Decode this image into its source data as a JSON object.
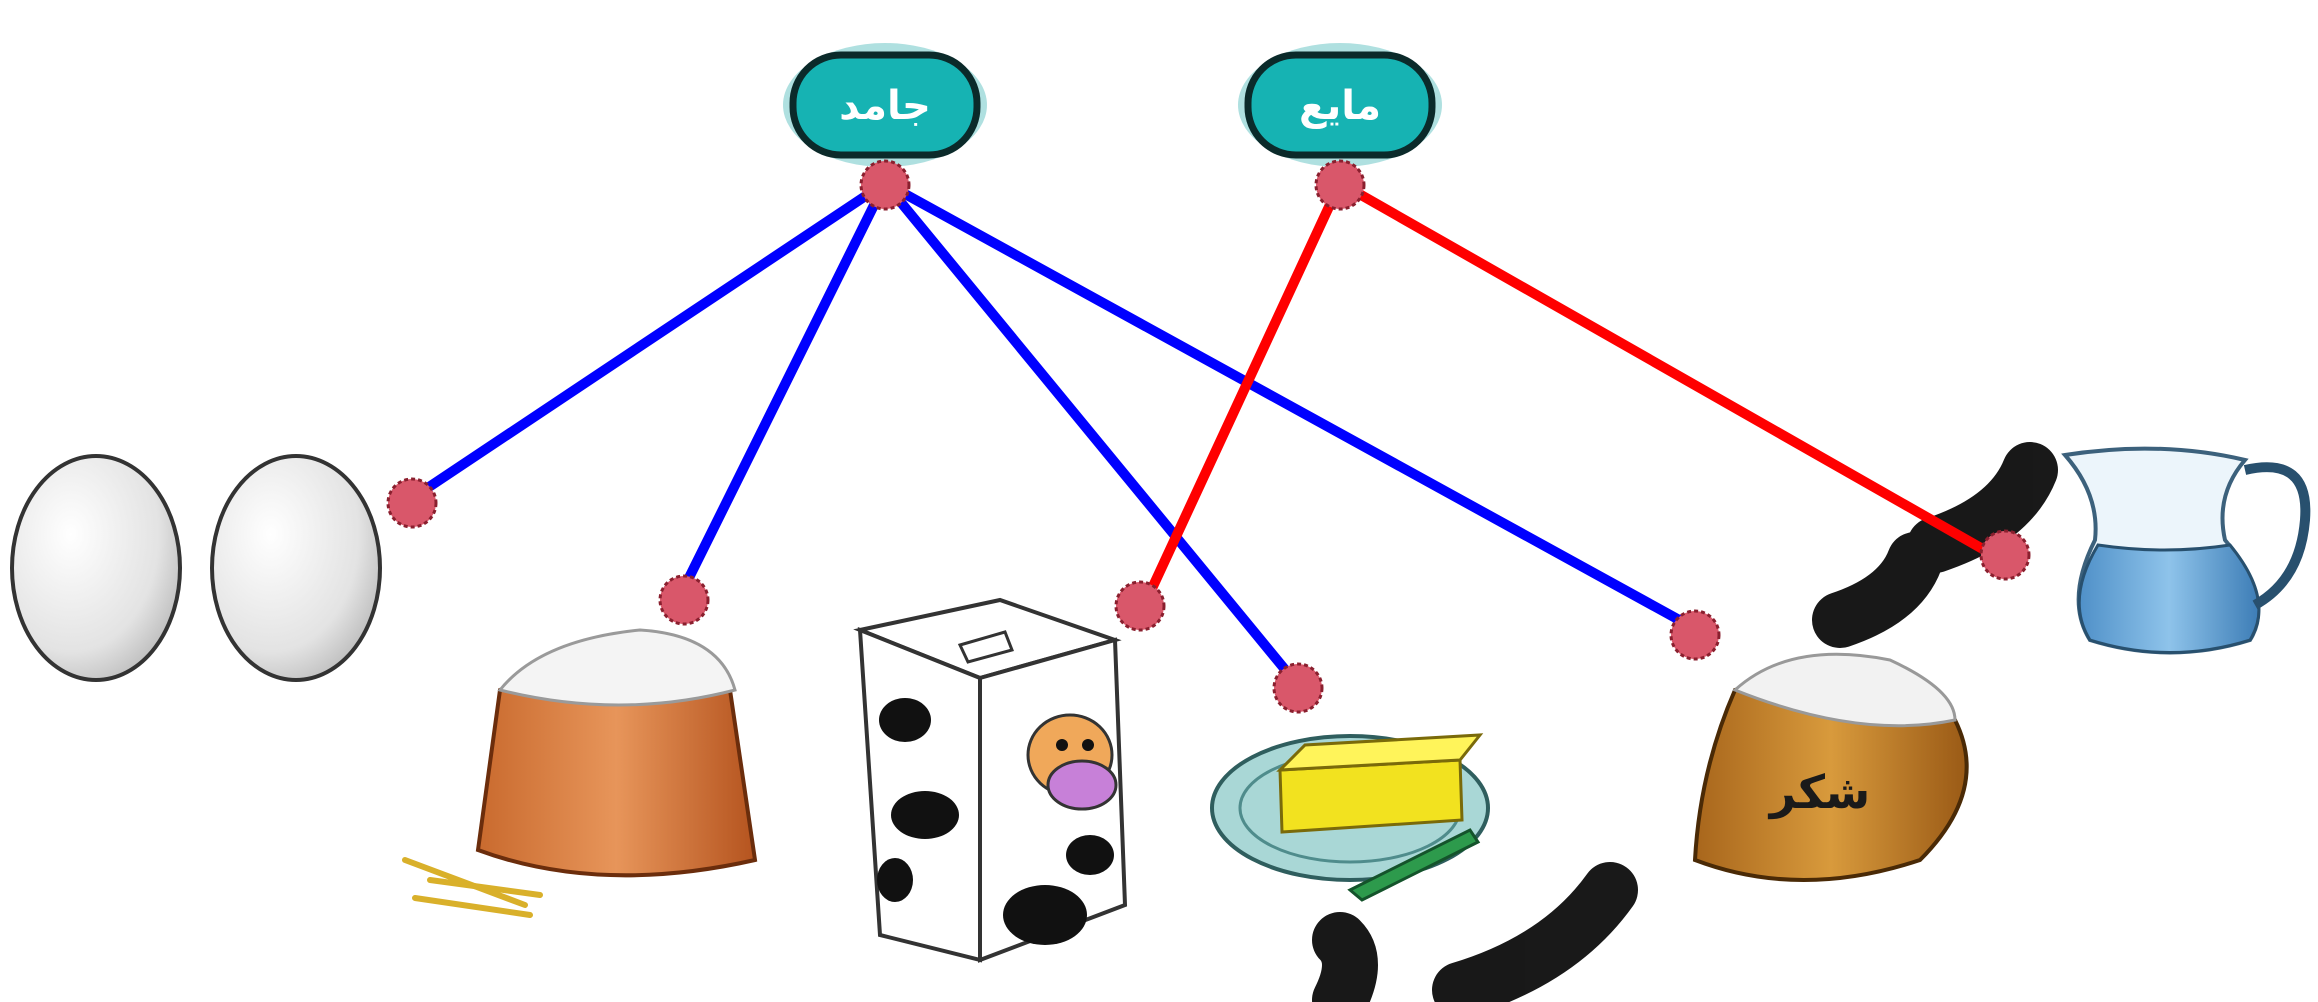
{
  "categories": [
    {
      "id": "solid",
      "label": "جامد",
      "line_color": "#0000ff"
    },
    {
      "id": "liquid",
      "label": "مایع",
      "line_color": "#ff0000"
    }
  ],
  "items": [
    {
      "id": "eggs",
      "icon": "eggs-icon",
      "category": "solid"
    },
    {
      "id": "flour",
      "icon": "flour-sack-icon",
      "category": "solid"
    },
    {
      "id": "milk",
      "icon": "milk-carton-icon",
      "category": "liquid"
    },
    {
      "id": "butter",
      "icon": "butter-plate-icon",
      "category": "solid"
    },
    {
      "id": "sugar",
      "icon": "sugar-sack-icon",
      "category": "solid",
      "label": "شکر"
    },
    {
      "id": "water",
      "icon": "water-jug-icon",
      "category": "liquid"
    }
  ],
  "colors": {
    "bubble_fill": "#16b3b3",
    "bubble_outline": "#0b2a2a",
    "connector_dot": "#d9576a",
    "watermark": "#000000"
  }
}
